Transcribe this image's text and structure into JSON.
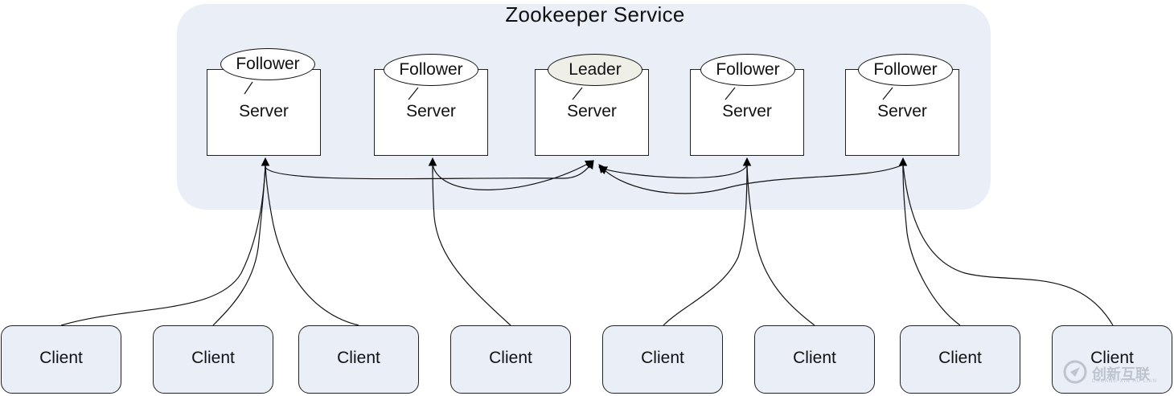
{
  "service": {
    "title": "Zookeeper Service"
  },
  "servers": [
    {
      "role": "Follower",
      "label": "Server"
    },
    {
      "role": "Follower",
      "label": "Server"
    },
    {
      "role": "Leader",
      "label": "Server"
    },
    {
      "role": "Follower",
      "label": "Server"
    },
    {
      "role": "Follower",
      "label": "Server"
    }
  ],
  "clients": [
    {
      "label": "Client"
    },
    {
      "label": "Client"
    },
    {
      "label": "Client"
    },
    {
      "label": "Client"
    },
    {
      "label": "Client"
    },
    {
      "label": "Client"
    },
    {
      "label": "Client"
    },
    {
      "label": "Client"
    }
  ],
  "watermark": {
    "text": "创新互联",
    "subtext": "CHUANG XIN HU LIAN"
  }
}
